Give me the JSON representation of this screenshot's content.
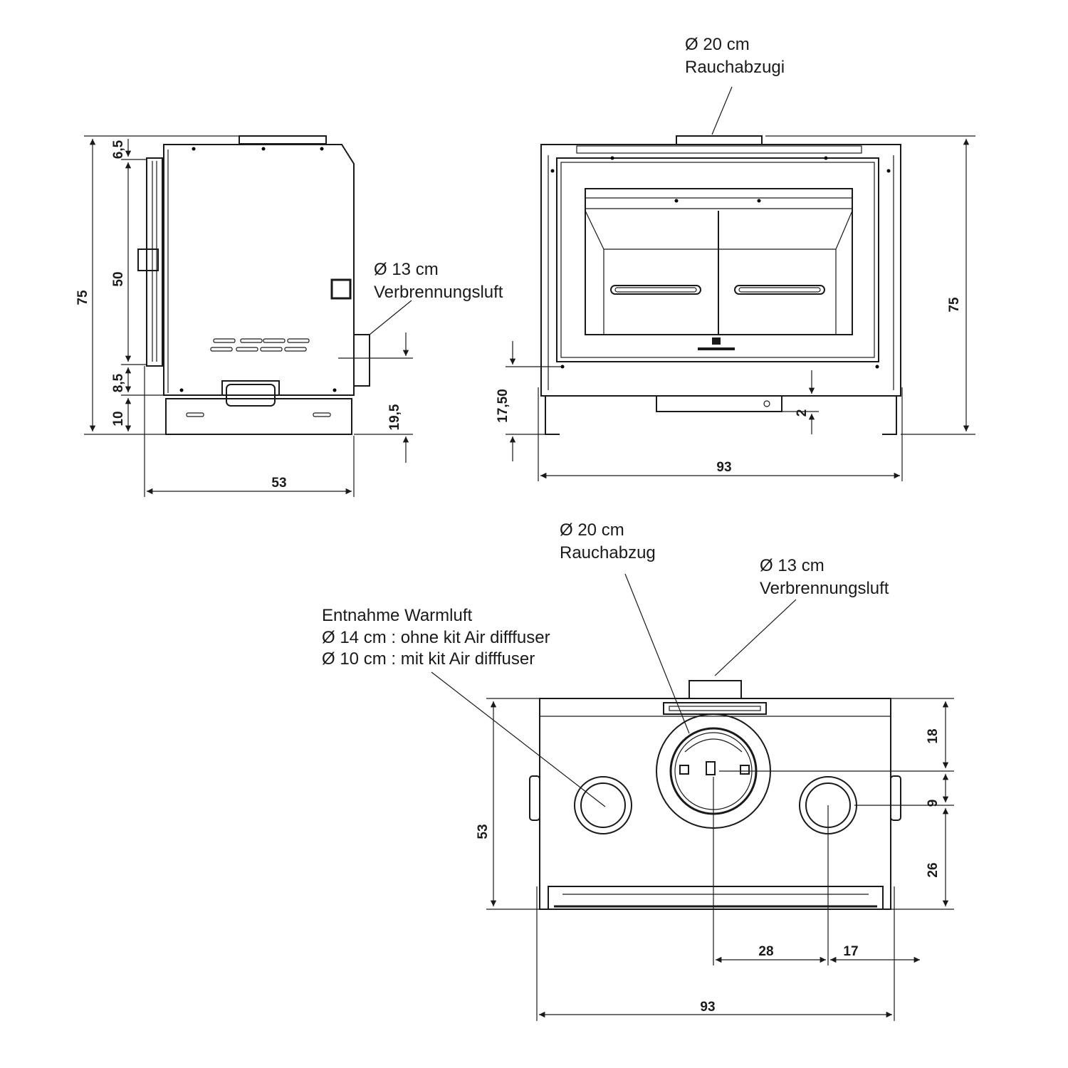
{
  "side_view": {
    "callout_air_diameter": "Ø 13 cm",
    "callout_air_label": "Verbrennungsluft",
    "dim_total_height": "75",
    "dim_top": "6,5",
    "dim_middle": "50",
    "dim_lower": "8,5",
    "dim_base": "10",
    "dim_air_height": "19,5",
    "dim_depth": "53"
  },
  "front_view": {
    "callout_flue_diameter": "Ø 20 cm",
    "callout_flue_label": "Rauchabzugi",
    "dim_total_height": "75",
    "dim_feet": "17,50",
    "dim_gap": "2",
    "dim_width": "93"
  },
  "top_view": {
    "callout_flue_diameter": "Ø 20 cm",
    "callout_flue_label": "Rauchabzug",
    "callout_air_diameter": "Ø 13 cm",
    "callout_air_label": "Verbrennungsluft",
    "callout_warm_title": "Entnahme Warmluft",
    "callout_warm_line1": "Ø 14 cm : ohne kit Air difffuser",
    "callout_warm_line2": "Ø 10 cm : mit kit Air difffuser",
    "dim_depth": "53",
    "dim_18": "18",
    "dim_9": "9",
    "dim_26": "26",
    "dim_28": "28",
    "dim_17": "17",
    "dim_width": "93"
  }
}
